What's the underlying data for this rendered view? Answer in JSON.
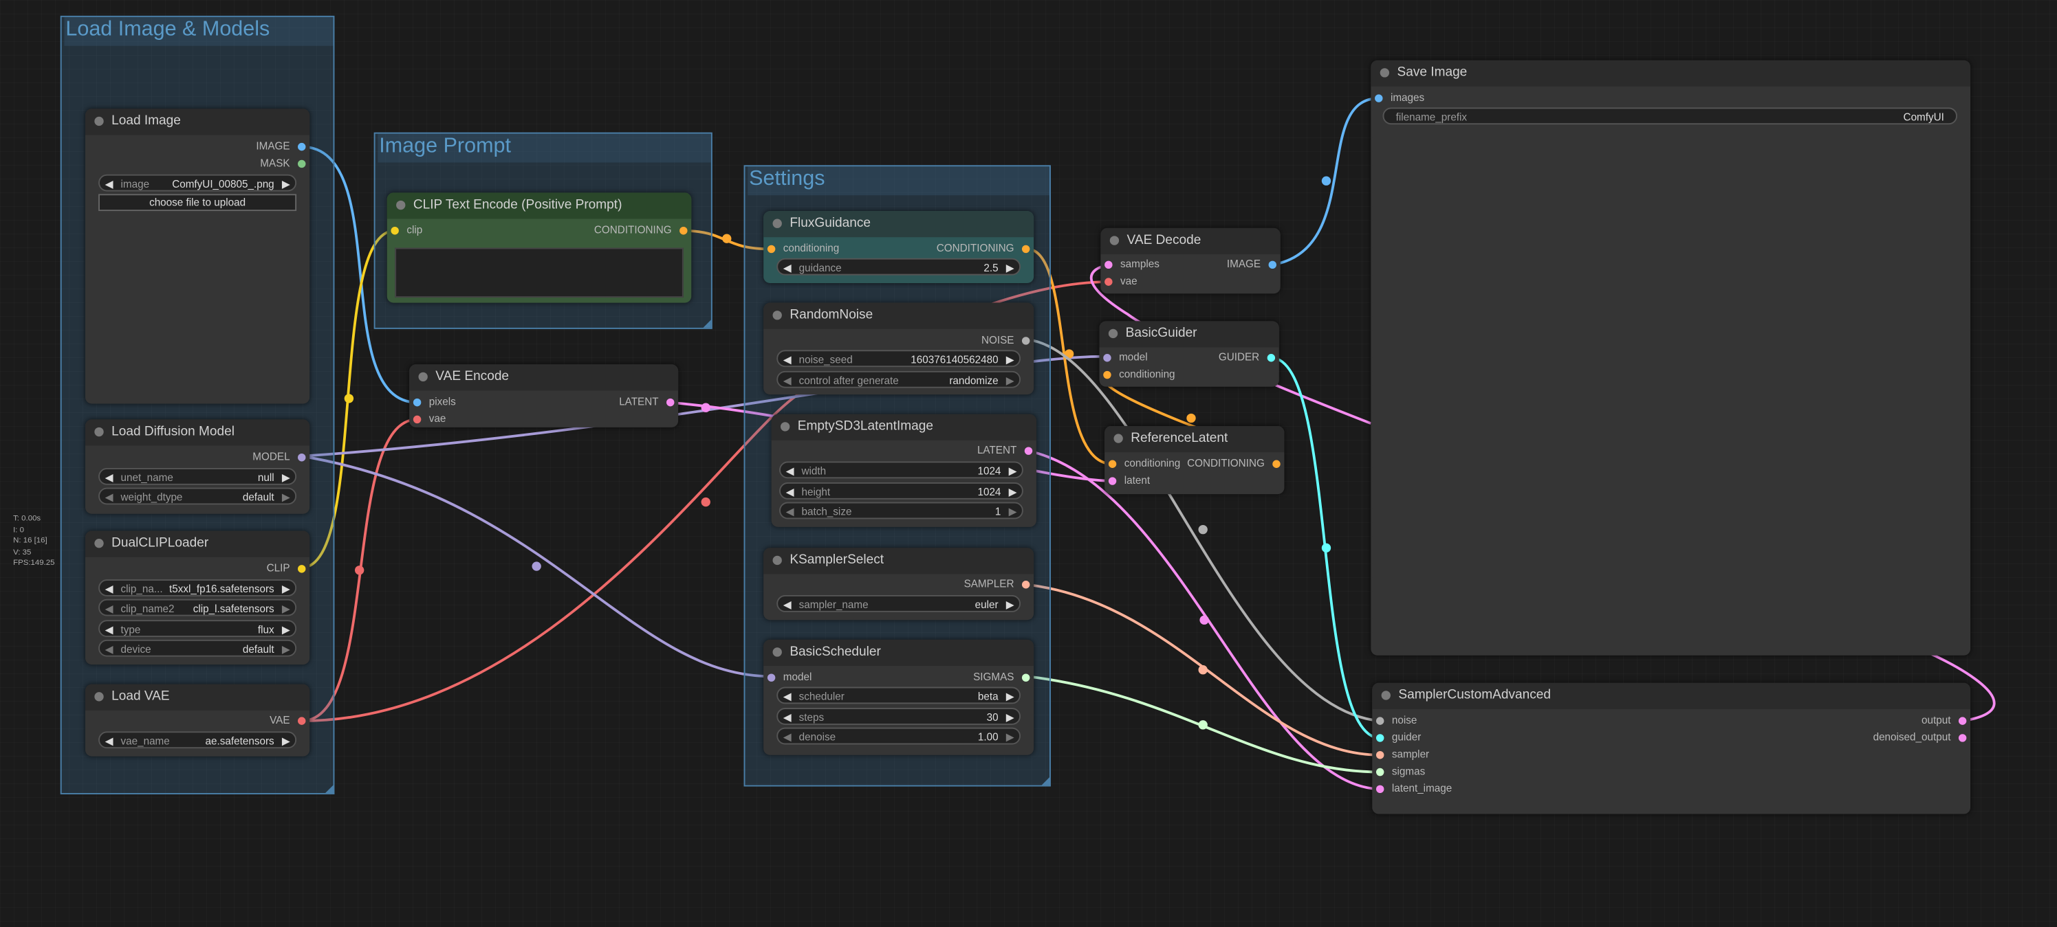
{
  "stats": [
    "T: 0.00s",
    "I: 0",
    "N: 16 [16]",
    "V: 35",
    "FPS:149.25"
  ],
  "groups": {
    "load": "Load Image & Models",
    "prompt": "Image Prompt",
    "settings": "Settings"
  },
  "nodes": {
    "load_image": {
      "title": "Load Image",
      "out1": "IMAGE",
      "out2": "MASK",
      "image_label": "image",
      "image_value": "ComfyUI_00805_.png",
      "upload": "choose file to upload"
    },
    "load_diffusion": {
      "title": "Load Diffusion Model",
      "out": "MODEL",
      "unet_label": "unet_name",
      "unet_value": "null",
      "dtype_label": "weight_dtype",
      "dtype_value": "default"
    },
    "dualclip": {
      "title": "DualCLIPLoader",
      "out": "CLIP",
      "c1_label": "clip_na...",
      "c1_value": "t5xxl_fp16.safetensors",
      "c2_label": "clip_name2",
      "c2_value": "clip_l.safetensors",
      "type_label": "type",
      "type_value": "flux",
      "device_label": "device",
      "device_value": "default"
    },
    "load_vae": {
      "title": "Load VAE",
      "out": "VAE",
      "vae_label": "vae_name",
      "vae_value": "ae.safetensors"
    },
    "clip_text": {
      "title": "CLIP Text Encode (Positive Prompt)",
      "in": "clip",
      "out": "CONDITIONING"
    },
    "vae_encode": {
      "title": "VAE Encode",
      "in1": "pixels",
      "in2": "vae",
      "out": "LATENT"
    },
    "flux_guidance": {
      "title": "FluxGuidance",
      "in": "conditioning",
      "out": "CONDITIONING",
      "g_label": "guidance",
      "g_value": "2.5"
    },
    "random_noise": {
      "title": "RandomNoise",
      "out": "NOISE",
      "seed_label": "noise_seed",
      "seed_value": "160376140562480",
      "ctl_label": "control after generate",
      "ctl_value": "randomize"
    },
    "empty_latent": {
      "title": "EmptySD3LatentImage",
      "out": "LATENT",
      "w_label": "width",
      "w_value": "1024",
      "h_label": "height",
      "h_value": "1024",
      "b_label": "batch_size",
      "b_value": "1"
    },
    "ksampler_select": {
      "title": "KSamplerSelect",
      "out": "SAMPLER",
      "s_label": "sampler_name",
      "s_value": "euler"
    },
    "basic_scheduler": {
      "title": "BasicScheduler",
      "in": "model",
      "out": "SIGMAS",
      "sch_label": "scheduler",
      "sch_value": "beta",
      "steps_label": "steps",
      "steps_value": "30",
      "den_label": "denoise",
      "den_value": "1.00"
    },
    "vae_decode": {
      "title": "VAE Decode",
      "in1": "samples",
      "in2": "vae",
      "out": "IMAGE"
    },
    "basic_guider": {
      "title": "BasicGuider",
      "in1": "model",
      "in2": "conditioning",
      "out": "GUIDER"
    },
    "reference_latent": {
      "title": "ReferenceLatent",
      "in1": "conditioning",
      "in2": "latent",
      "out": "CONDITIONING"
    },
    "save_image": {
      "title": "Save Image",
      "in": "images",
      "prefix_label": "filename_prefix",
      "prefix_value": "ComfyUI"
    },
    "sampler_custom": {
      "title": "SamplerCustomAdvanced",
      "in1": "noise",
      "in2": "guider",
      "in3": "sampler",
      "in4": "sigmas",
      "in5": "latent_image",
      "out1": "output",
      "out2": "denoised_output"
    }
  },
  "colors": {
    "model": "#a89cd8",
    "clip": "#f5d022",
    "vae": "#ef6a6a",
    "image": "#64b5f6",
    "latent": "#f58cf0",
    "conditioning": "#ffa931",
    "noise": "#b0b0b0",
    "guider": "#66ffff",
    "sampler": "#ffb39a",
    "sigmas": "#cdffcd",
    "mask": "#81c784"
  }
}
